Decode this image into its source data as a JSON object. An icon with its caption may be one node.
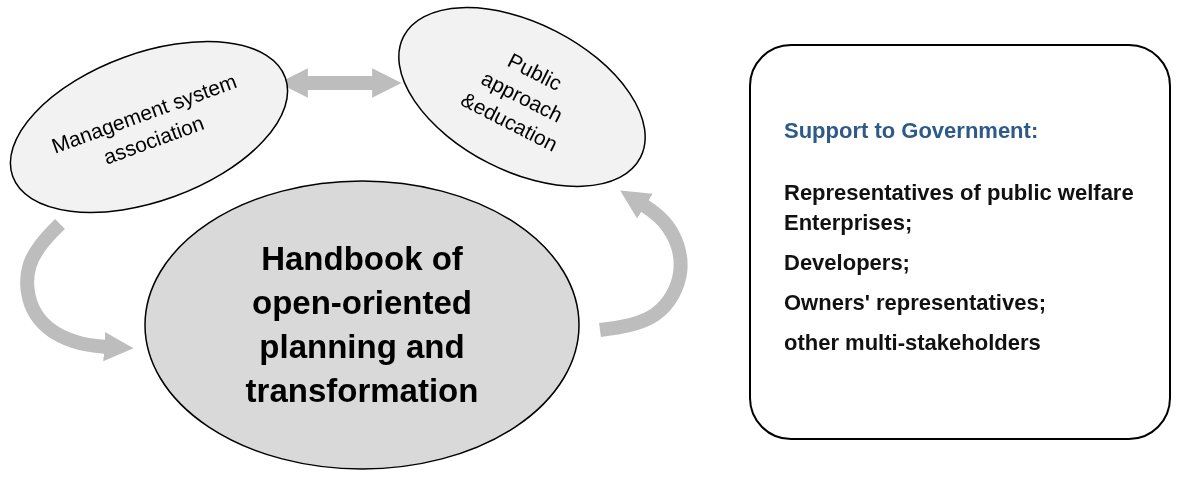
{
  "diagram": {
    "nodes": [
      {
        "text": [
          "Management system association"
        ]
      },
      {
        "text": [
          "Public approach &education"
        ]
      },
      {
        "text": [
          "Handbook of open-oriented planning and transformation"
        ]
      },
      {
        "text": [
          "Support to Government:",
          "Representatives of public welfare Enterprises;",
          "Developers;",
          "Owners' representatives;",
          "other multi-stakeholders"
        ]
      }
    ],
    "edges": [
      {
        "from": 0,
        "to": 1,
        "arrow": "both"
      },
      {
        "from": 0,
        "to": 2,
        "arrow": "to"
      },
      {
        "from": 2,
        "to": 1,
        "arrow": "to"
      }
    ]
  }
}
